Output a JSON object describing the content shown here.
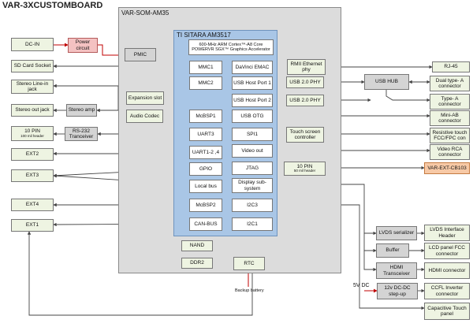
{
  "title": "VAR-3XCUSTOMBOARD",
  "som": {
    "label": "VAR-SOM-AM35",
    "soc_label": "TI SITARA AM3517",
    "cpu_text": "600-MHz ARM Cortex™-A8 Core\nPOWERVR SGX™ Graphics Accelerator",
    "soc_blocks": {
      "mmc1": "MMC1",
      "mmc2": "MMC2",
      "davinci": "DaVinci EMAC",
      "usbhost1": "USB Host Port 1",
      "usbhost2": "USB Host Port 2",
      "mcbsp1": "McBSP1",
      "usbotg": "USB OTG",
      "uart3": "UART3",
      "spi1": "SPI1",
      "uart124": "UART1-2 ,4",
      "videoout": "Video out",
      "gpio": "GPIO",
      "jtag": "JTAG",
      "localbus": "Local bus",
      "display": "Display sub-system",
      "mcbsp2": "McBSP2",
      "i2c3": "I2C3",
      "canbus": "CAN-BUS",
      "i2c1": "I2C1"
    },
    "pmic": "PMIC",
    "expansion_slot": "Expansion slot",
    "audio_codec": "Audio Codec",
    "rmii_phy": "RMII Ethernet phy",
    "usb_phy1": "USB 2.0 PHY",
    "usb_phy2": "USB 2.0 PHY",
    "touch_ctrl": "Touch screen controller",
    "nand": "NAND",
    "ddr2": "DDR2",
    "rtc": "RTC"
  },
  "left": {
    "dcin": "DC-IN",
    "power": "Power circuit",
    "sd": "SD Card Socket",
    "line_in": "Stereo Line-in jack",
    "out_jack": "Stereo out jack",
    "amp": "Stereo amp",
    "pin10": "10 PIN",
    "pin10_sub": "100 mil header",
    "rs232": "RS-232 Tranceiver",
    "ext2": "EXT2",
    "ext3": "EXT3",
    "ext4": "EXT4",
    "ext1": "EXT1"
  },
  "right": {
    "rj45": "RJ-45",
    "usb_hub": "USB HUB",
    "dual_a": "Dual type- A connector",
    "type_a": "Type- A connector",
    "mini_ab": "Mini-AB connector",
    "resist": "Resistive touch FCC/FPC con",
    "video_rca": "Video RCA connector",
    "jtag_pin": "10 PIN",
    "jtag_pin_sub": "50 mil header",
    "var_ext": "VAR-EXT-CB103",
    "lvds_ser": "LVDS serializer",
    "lvds_hdr": "LVDS Interface Header",
    "buffer": "Buffer",
    "lcd_fcc": "LCD panel FCC connector",
    "hdmi_tx": "HDMI Transceiver",
    "hdmi_conn": "HDMI connector",
    "step_up": "12v DC-DC step-up",
    "ccfl": "CCFL Inverter connector",
    "cap_touch": "Capacitive Touch panel",
    "v5dc": "5V DC",
    "backup": "Backup battery"
  },
  "colors": {
    "som_bg": "#dcdcdc",
    "soc_bg": "#a9c6e6",
    "block_bg": "#f3f7ea",
    "power_red": "#f4c2c2",
    "accent_orange": "#f7c9a6",
    "wire": "#444444",
    "power_wire": "#c00000"
  }
}
